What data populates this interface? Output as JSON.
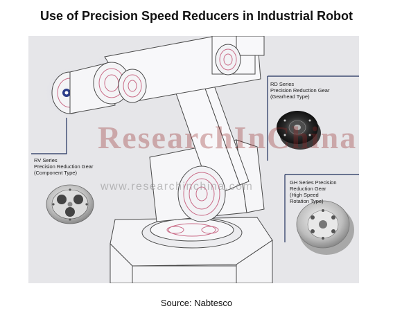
{
  "title": "Use of Precision Speed Reducers in Industrial Robot",
  "source": "Source: Nabtesco",
  "watermark": {
    "logo_text": "ResearchInChina",
    "url": "www.researchinchina.com"
  },
  "callouts": {
    "rd": [
      "RD Series",
      "Precision Reduction Gear",
      "(Gearhead Type)"
    ],
    "rv": [
      "RV Series",
      "Precision Reduction Gear",
      "(Component Type)"
    ],
    "gh": [
      "GH Series Precision",
      "Reduction Gear",
      "(High Speed",
      "Rotation Type)"
    ]
  },
  "colors": {
    "panel_background": "#e6e6e9",
    "callout_line": "#1f2f5c",
    "gear_accent": "#c96a86",
    "watermark_red": "#962828"
  },
  "icons": [
    "robot-arm-illustration",
    "rd-gear-icon",
    "rv-gear-icon",
    "gh-gear-icon"
  ]
}
